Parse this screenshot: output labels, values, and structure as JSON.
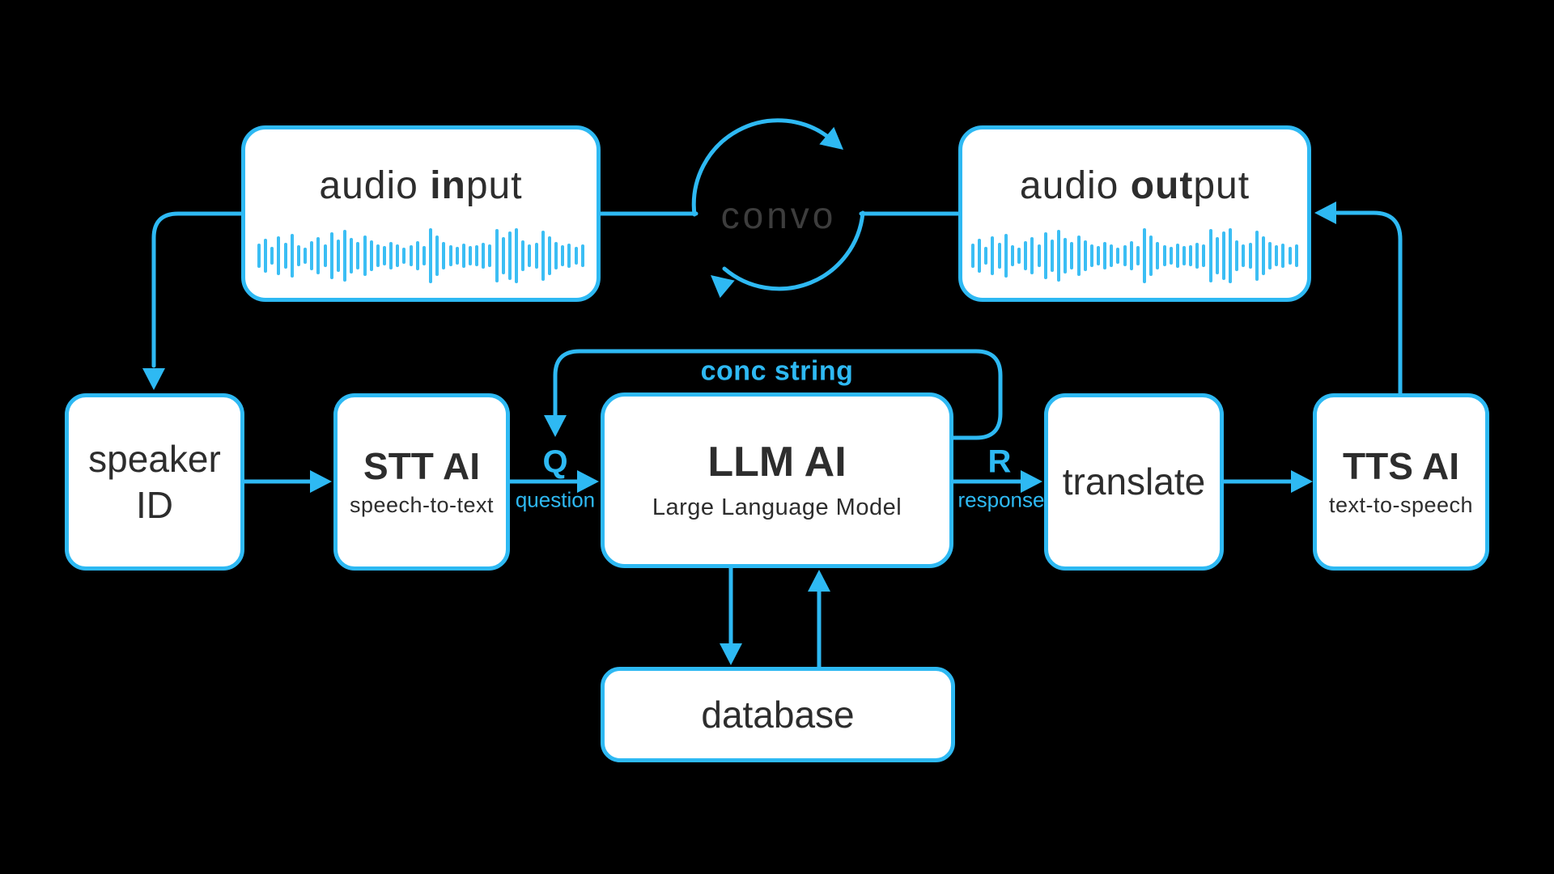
{
  "colors": {
    "accent": "#2eb9f3",
    "waveform": "#3bbef4",
    "box_text": "#2d2d2d",
    "convo_text": "#3d3d3d",
    "box_background": "#ffffff",
    "canvas_background": "#000000"
  },
  "nodes": {
    "audio_input": {
      "prefix": "audio ",
      "bold": "in",
      "suffix": "put"
    },
    "audio_output": {
      "prefix": "audio ",
      "bold": "out",
      "suffix": "put"
    },
    "speaker_id": {
      "line1": "speaker",
      "line2": "ID"
    },
    "stt": {
      "title": "STT AI",
      "subtitle": "speech-to-text"
    },
    "llm": {
      "title": "LLM AI",
      "subtitle": "Large Language Model"
    },
    "translate": {
      "label": "translate"
    },
    "tts": {
      "title": "TTS AI",
      "subtitle": "text-to-speech"
    },
    "database": {
      "label": "database"
    }
  },
  "edge_labels": {
    "convo": "convo",
    "conc_string": "conc string",
    "q": "Q",
    "question": "question",
    "r": "R",
    "response": "response"
  },
  "waveform": {
    "heights": [
      30,
      42,
      22,
      48,
      32,
      54,
      26,
      20,
      36,
      46,
      28,
      58,
      40,
      64,
      44,
      34,
      50,
      38,
      28,
      24,
      34,
      28,
      20,
      26,
      36,
      24,
      68,
      50,
      34,
      26,
      22,
      30,
      24,
      26,
      32,
      28,
      66,
      46,
      60,
      68,
      38,
      28,
      32,
      62,
      48,
      34,
      26,
      30,
      22,
      28
    ]
  }
}
